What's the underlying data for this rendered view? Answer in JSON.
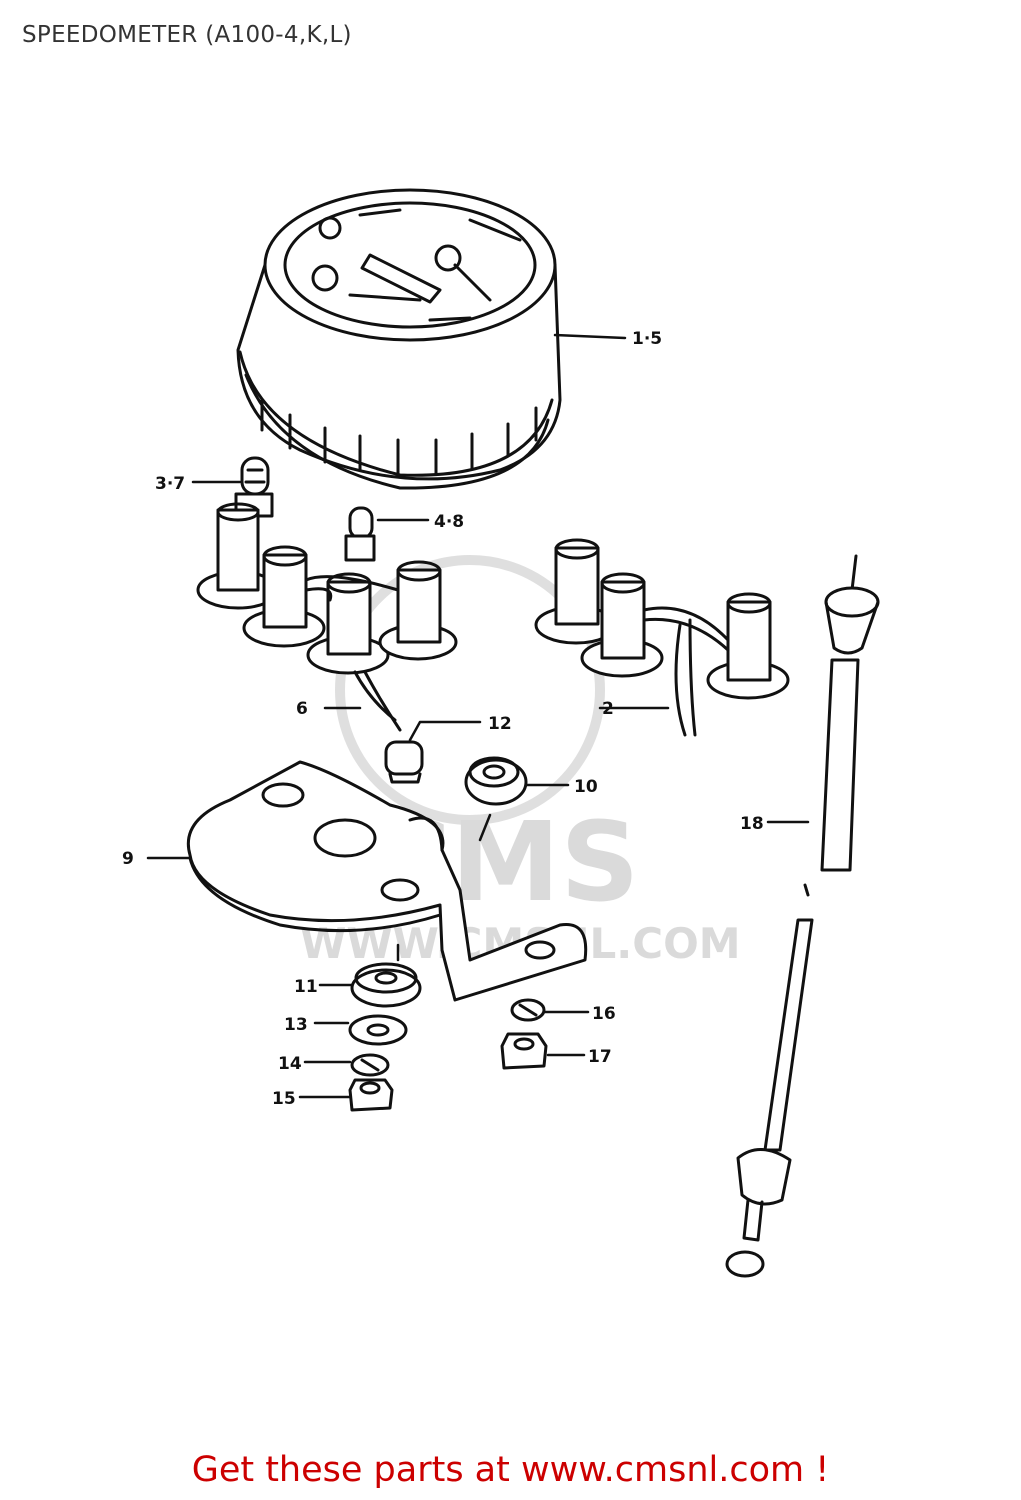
{
  "title": "SPEEDOMETER (A100-4,K,L)",
  "footer": "Get these parts at www.cmsnl.com !",
  "watermark": {
    "brand": "CMS",
    "site": "WWW.CMSNL.COM"
  },
  "callouts": {
    "speedometer": "1·5",
    "bulb_large": "3·7",
    "bulb_small": "4·8",
    "socket_harness_left": "6",
    "socket_harness_right": "2",
    "grommet_12": "12",
    "cushion_10": "10",
    "bracket": "9",
    "cable": "18",
    "cushion_11": "11",
    "washer_13": "13",
    "lock_washer_14": "14",
    "nut_15": "15",
    "washer_16": "16",
    "nut_17": "17"
  },
  "colors": {
    "title": "#333333",
    "footer": "#cc0000",
    "line": "#111111",
    "watermark": "#d7d7d7"
  }
}
